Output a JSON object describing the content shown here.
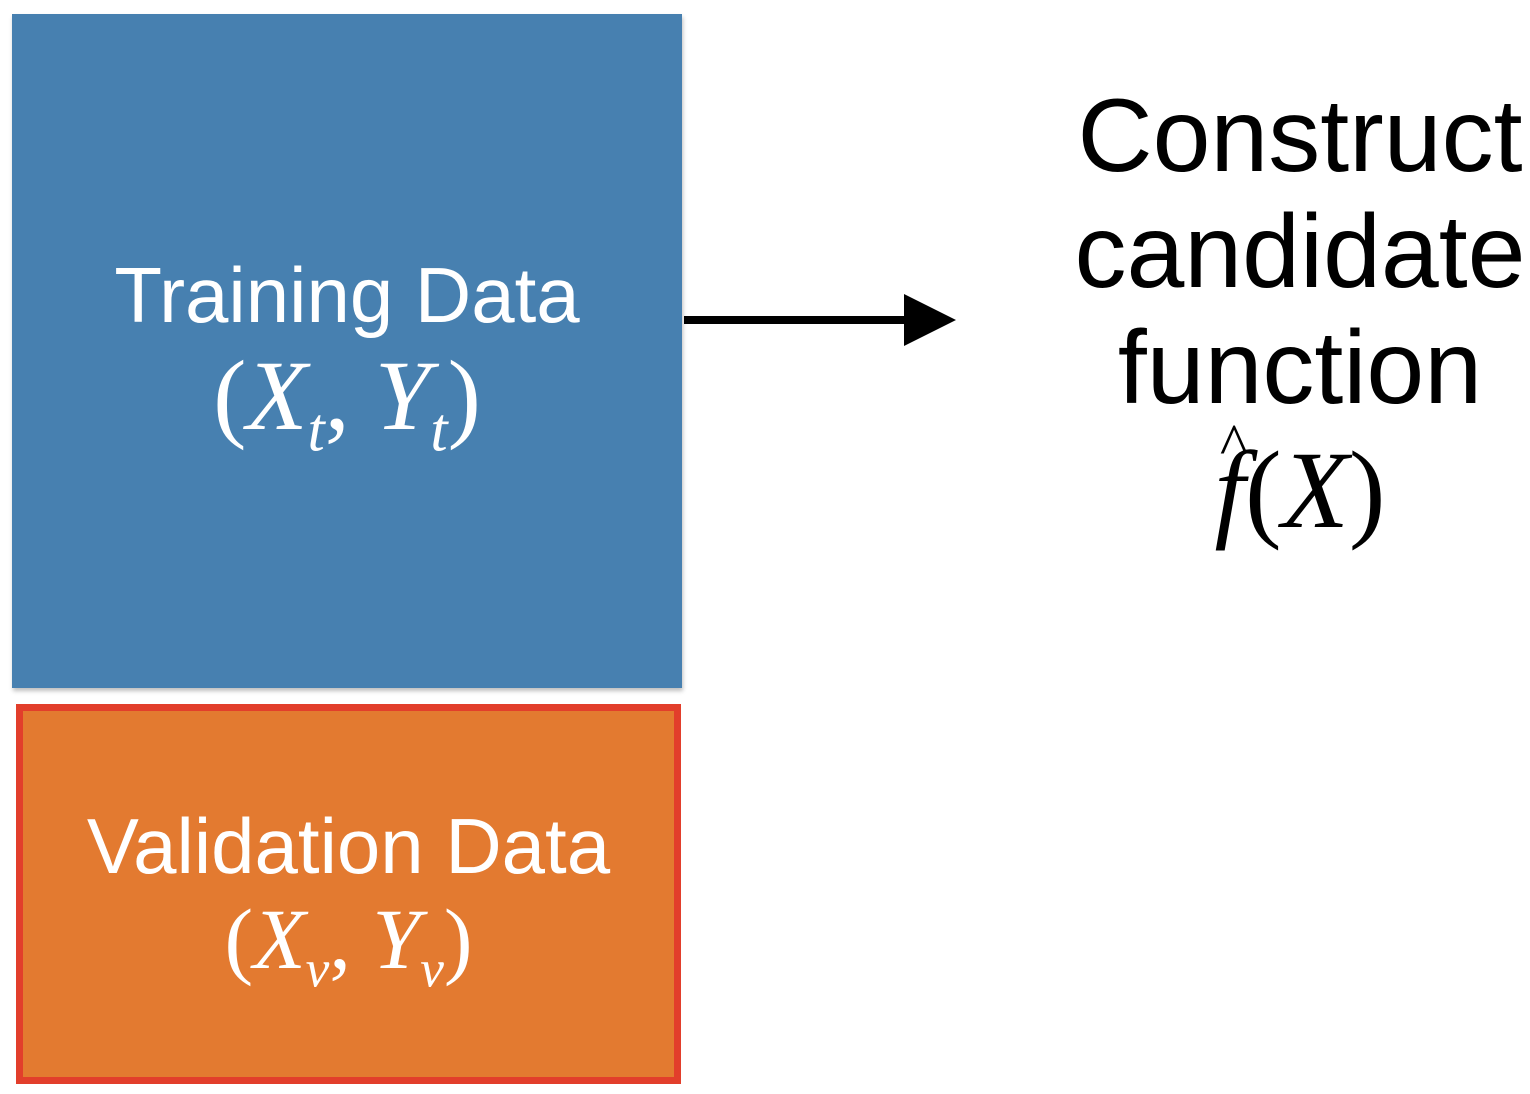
{
  "training": {
    "label": "Training Data",
    "math": {
      "open": "(",
      "x": "X",
      "x_sub": "t",
      "sep": ", ",
      "y": "Y",
      "y_sub": "t",
      "close": ")"
    }
  },
  "validation": {
    "label": "Validation Data",
    "math": {
      "open": "(",
      "x": "X",
      "x_sub": "v",
      "sep": ", ",
      "y": "Y",
      "y_sub": "v",
      "close": ")"
    }
  },
  "construct": {
    "lines": [
      "Construct",
      "candidate",
      "function"
    ],
    "math": {
      "f": "f",
      "hat": "^",
      "open": "(",
      "x": "X",
      "close": ")"
    }
  },
  "colors": {
    "training_fill": "#4780b0",
    "validation_fill": "#e37a30",
    "validation_border": "#e23e2b",
    "arrow": "#000000"
  },
  "icons": {
    "arrow": "right-arrow-icon"
  }
}
